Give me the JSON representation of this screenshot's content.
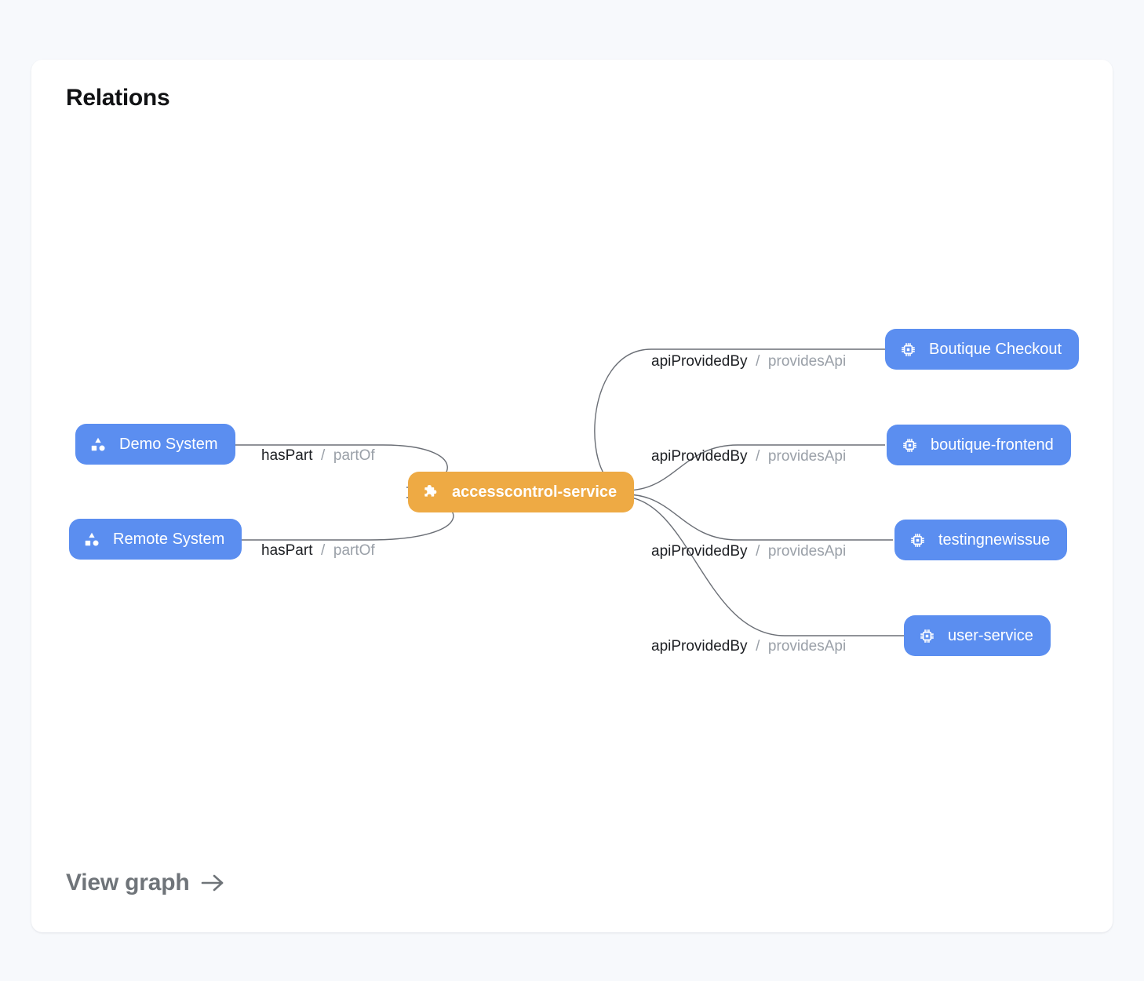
{
  "page": {
    "background_color": "#f7f9fc",
    "card_background": "#ffffff"
  },
  "card": {
    "title": "Relations",
    "footer_link": {
      "label": "View graph",
      "icon": "arrow-right-icon"
    }
  },
  "graph": {
    "colors": {
      "entity_blue": "#5b8ef0",
      "focus_orange": "#eeaa44",
      "edge_stroke": "#6b6f76",
      "label_primary": "#1d1f23",
      "label_secondary": "#9aa0a8"
    },
    "center_node": {
      "label": "accesscontrol-service",
      "icon": "puzzle-piece-icon",
      "color": "#eeaa44"
    },
    "left_nodes": [
      {
        "label": "Demo System",
        "icon": "system-shapes-icon",
        "color": "#5b8ef0"
      },
      {
        "label": "Remote System",
        "icon": "system-shapes-icon",
        "color": "#5b8ef0"
      }
    ],
    "right_nodes": [
      {
        "label": "Boutique Checkout",
        "icon": "cpu-chip-icon",
        "color": "#5b8ef0"
      },
      {
        "label": "boutique-frontend",
        "icon": "cpu-chip-icon",
        "color": "#5b8ef0"
      },
      {
        "label": "testingnewissue",
        "icon": "cpu-chip-icon",
        "color": "#5b8ef0"
      },
      {
        "label": "user-service",
        "icon": "cpu-chip-icon",
        "color": "#5b8ef0"
      }
    ],
    "edge_labels": [
      {
        "forward": "apiProvidedBy",
        "separator": "/",
        "reverse": "providesApi"
      },
      {
        "forward": "apiProvidedBy",
        "separator": "/",
        "reverse": "providesApi"
      },
      {
        "forward": "apiProvidedBy",
        "separator": "/",
        "reverse": "providesApi"
      },
      {
        "forward": "apiProvidedBy",
        "separator": "/",
        "reverse": "providesApi"
      },
      {
        "forward": "hasPart",
        "separator": "/",
        "reverse": "partOf"
      },
      {
        "forward": "hasPart",
        "separator": "/",
        "reverse": "partOf"
      }
    ]
  }
}
